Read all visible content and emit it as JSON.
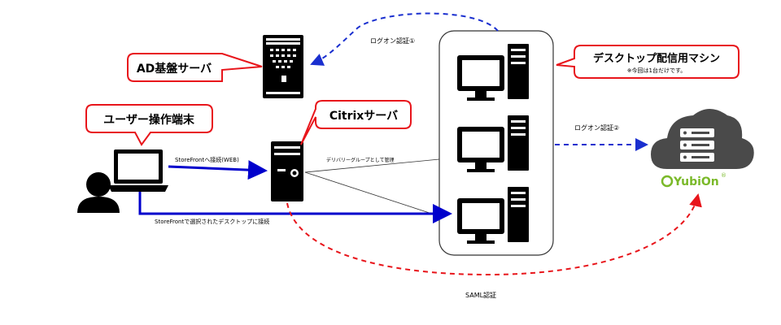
{
  "callouts": {
    "ad_server": "AD基盤サーバ",
    "user_terminal": "ユーザー操作端末",
    "citrix_server": "Citrixサーバ",
    "desktop_machine": "デスクトップ配信用マシン",
    "desktop_machine_note": "※今回は1台だけです。"
  },
  "labels": {
    "logon_auth_1": "ログオン認証①",
    "logon_auth_2": "ログオン認証②",
    "storefront_connect": "StoreFrontへ接続(WEB)",
    "delivery_group": "デリバリーグループとして管理",
    "storefront_selected": "StoreFrontで選択されたデスクトップに接続",
    "saml_auth": "SAML認証"
  },
  "logo": {
    "text": "YubiOn",
    "mark": "®"
  },
  "colors": {
    "callout_border": "#e8151b",
    "arrow_blue": "#0000cc",
    "dashed_blue": "#1a2fcf",
    "dashed_red": "#e8151b",
    "device": "#000000",
    "cloud": "#4a4a4a",
    "logo_green": "#7ab929"
  },
  "icons": {
    "ad_server": "server-tower-icon",
    "citrix_server": "server-tower-icon",
    "user": "user-person-icon",
    "laptop": "laptop-icon",
    "desktops": "desktop-computer-icon",
    "cloud": "cloud-server-icon"
  }
}
